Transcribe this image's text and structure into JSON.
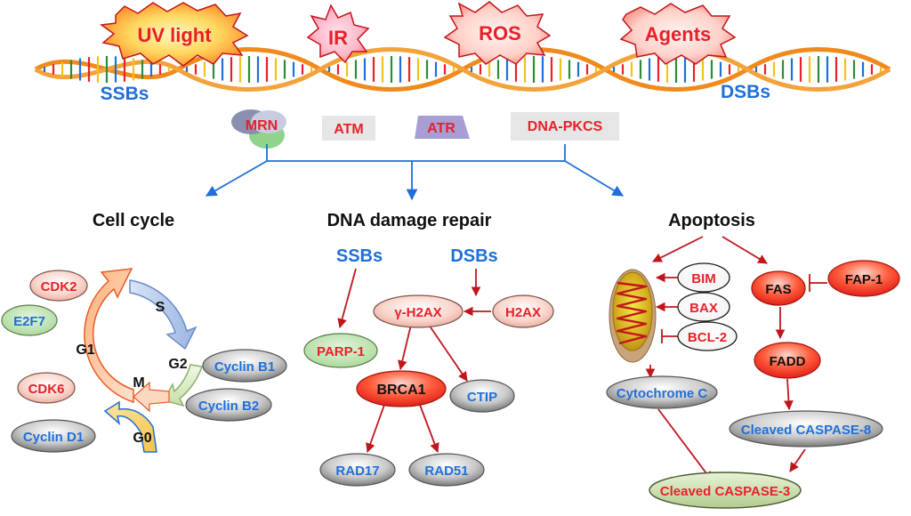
{
  "damage_sources": [
    {
      "label": "UV light",
      "color": "#e8202a"
    },
    {
      "label": "IR",
      "color": "#e8202a"
    },
    {
      "label": "ROS",
      "color": "#e8202a"
    },
    {
      "label": "Agents",
      "color": "#e8202a"
    }
  ],
  "dna": {
    "left_label": "SSBs",
    "right_label": "DSBs"
  },
  "sensors": [
    "MRN",
    "ATM",
    "ATR",
    "DNA-PKCS"
  ],
  "sections": {
    "cell_cycle": "Cell cycle",
    "repair": "DNA damage repair",
    "apoptosis": "Apoptosis"
  },
  "cell_cycle": {
    "phases": {
      "s": "S",
      "g1": "G1",
      "g2": "G2",
      "m": "M",
      "g0": "G0"
    },
    "nodes": {
      "cdk2": "CDK2",
      "e2f7": "E2F7",
      "cdk6": "CDK6",
      "cyclin_d1": "Cyclin D1",
      "cyclin_b1": "Cyclin B1",
      "cyclin_b2": "Cyclin B2"
    }
  },
  "repair": {
    "ssbs": "SSBs",
    "dsbs": "DSBs",
    "parp1": "PARP-1",
    "gh2ax": "γ-H2AX",
    "h2ax": "H2AX",
    "brca1": "BRCA1",
    "ctip": "CTIP",
    "rad17": "RAD17",
    "rad51": "RAD51"
  },
  "apoptosis": {
    "bim": "BIM",
    "bax": "BAX",
    "bcl2": "BCL-2",
    "fas": "FAS",
    "fap1": "FAP-1",
    "fadd": "FADD",
    "cytochrome_c": "Cytochrome C",
    "casp8": "Cleaved CASPASE-8",
    "casp3": "Cleaved CASPASE-3"
  },
  "colors": {
    "red_text": "#e8202a",
    "blue_text": "#1f6fd8",
    "arrow_red": "#c0161c",
    "arrow_blue": "#1f6fd8"
  }
}
